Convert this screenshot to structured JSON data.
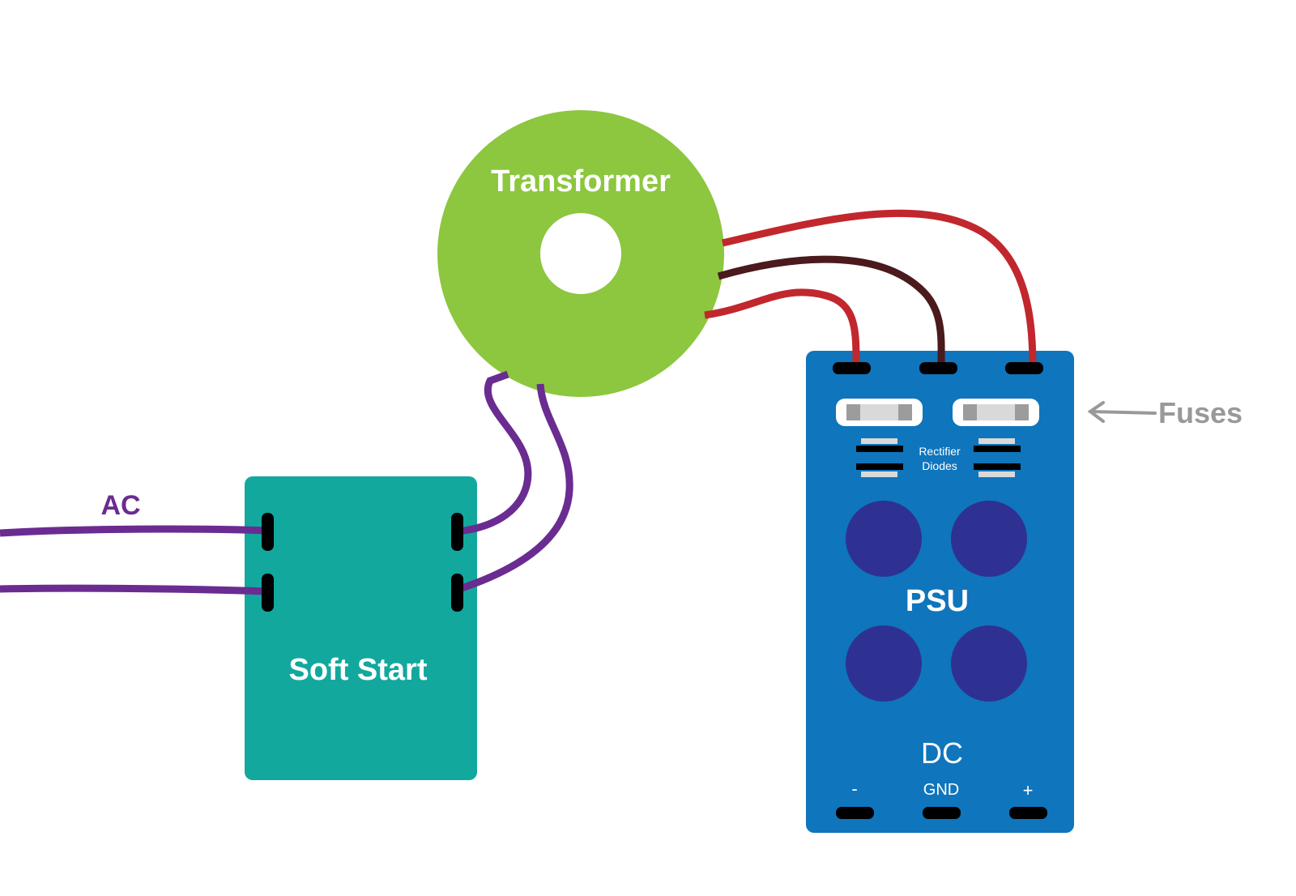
{
  "diagram": {
    "ac_label": "AC",
    "soft_start_label": "Soft Start",
    "transformer_label": "Transformer",
    "psu_label": "PSU",
    "rectifier_label_line1": "Rectifier",
    "rectifier_label_line2": "Diodes",
    "dc_label": "DC",
    "terminal_minus": "-",
    "terminal_gnd": "GND",
    "terminal_plus": "+",
    "fuses_label": "Fuses"
  },
  "colors": {
    "ac_wire": "#6a2c91",
    "transformer": "#8dc63f",
    "soft_start": "#13a89e",
    "psu_board": "#0f75bc",
    "capacitor": "#2e3192",
    "red_wire": "#c1272d",
    "dark_wire": "#4a1a1c",
    "annotation": "#999999"
  }
}
